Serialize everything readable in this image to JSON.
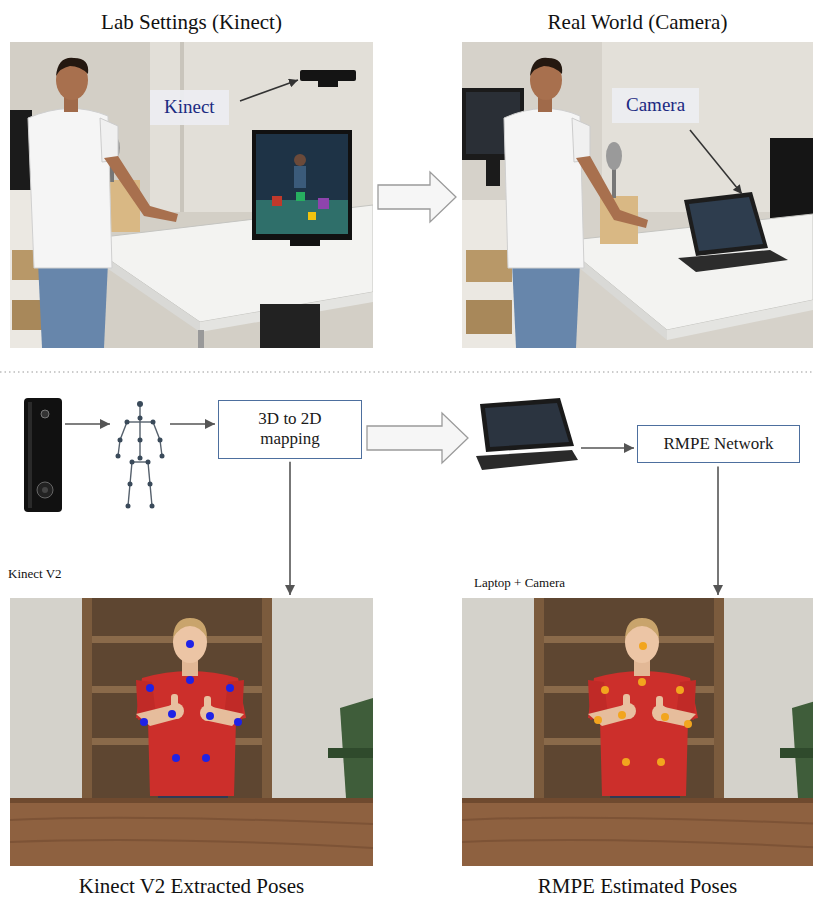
{
  "diagram": {
    "nodes": [
      {
        "text": [
          "Lab Settings (Kinect)"
        ]
      },
      {
        "text": [
          "Kinect"
        ],
        "in": 0
      },
      {
        "text": [
          "Real World (Camera)"
        ]
      },
      {
        "text": [
          "Camera"
        ],
        "in": 2
      },
      {
        "text": [
          "Kinect V2"
        ]
      },
      {
        "text": [
          "3D to 2D mapping"
        ]
      },
      {
        "text": [
          "Laptop + Camera"
        ]
      },
      {
        "text": [
          "RMPE Network"
        ]
      },
      {
        "text": [
          "Kinect V2 Extracted Poses"
        ]
      },
      {
        "text": [
          "RMPE Estimated Poses"
        ]
      }
    ],
    "edges": [
      {
        "from": 0,
        "to": 2,
        "arrow": "to"
      },
      {
        "from": 4,
        "to": 5,
        "arrow": "to"
      },
      {
        "from": 5,
        "to": 8,
        "arrow": "to"
      },
      {
        "from": 5,
        "to": 6,
        "arrow": "to"
      },
      {
        "from": 6,
        "to": 7,
        "arrow": "to"
      },
      {
        "from": 7,
        "to": 9,
        "arrow": "to"
      }
    ]
  }
}
